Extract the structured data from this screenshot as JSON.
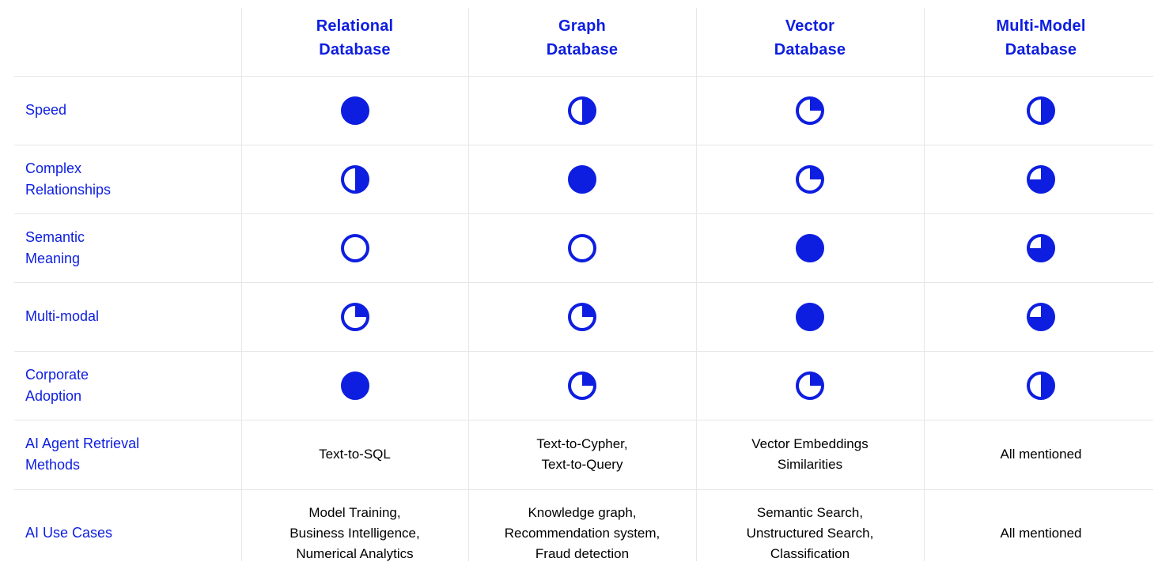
{
  "colors": {
    "accent": "#0d1ee0",
    "text": "#000000",
    "grid": "#e7e7ea",
    "background": "#ffffff"
  },
  "header": {
    "titles": [
      "Relational\nDatabase",
      "Graph\nDatabase",
      "Vector\nDatabase",
      "Multi-Model\nDatabase"
    ]
  },
  "display_labels": {
    "rows": [
      "Speed",
      "Complex\nRelationships",
      "Semantic\nMeaning",
      "Multi-modal",
      "Corporate\nAdoption",
      "AI Agent Retrieval\nMethods",
      "AI Use Cases"
    ]
  },
  "chart_data": {
    "type": "table",
    "columns": [
      "Relational Database",
      "Graph Database",
      "Vector Database",
      "Multi-Model Database"
    ],
    "rating_scale": {
      "0": "empty",
      "0.25": "quarter",
      "0.5": "half",
      "0.75": "three-quarter",
      "1": "full"
    },
    "rows": [
      {
        "label": "Speed",
        "kind": "rating",
        "values": [
          1,
          0.5,
          0.25,
          0.5
        ]
      },
      {
        "label": "Complex Relationships",
        "kind": "rating",
        "values": [
          0.5,
          1,
          0.25,
          0.75
        ]
      },
      {
        "label": "Semantic Meaning",
        "kind": "rating",
        "values": [
          0,
          0,
          1,
          0.75
        ]
      },
      {
        "label": "Multi-modal",
        "kind": "rating",
        "values": [
          0.25,
          0.25,
          1,
          0.75
        ]
      },
      {
        "label": "Corporate Adoption",
        "kind": "rating",
        "values": [
          1,
          0.25,
          0.25,
          0.5
        ]
      },
      {
        "label": "AI Agent Retrieval Methods",
        "kind": "text",
        "values": [
          "Text-to-SQL",
          "Text-to-Cypher,\nText-to-Query",
          "Vector Embeddings\nSimilarities",
          "All mentioned"
        ]
      },
      {
        "label": "AI Use Cases",
        "kind": "text",
        "values": [
          "Model Training,\nBusiness Intelligence,\nNumerical Analytics",
          "Knowledge graph,\nRecommendation system,\nFraud detection",
          "Semantic Search,\nUnstructured Search,\nClassification",
          "All mentioned"
        ]
      }
    ]
  }
}
